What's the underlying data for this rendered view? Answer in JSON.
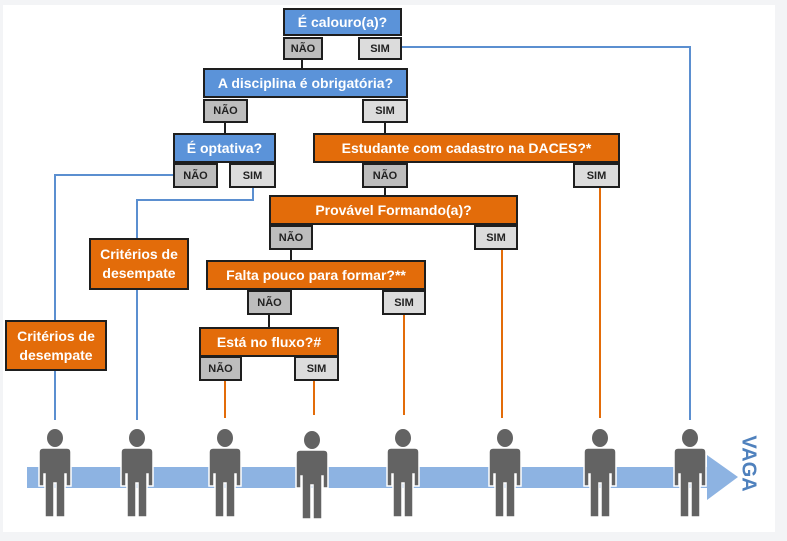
{
  "colors": {
    "question_blue": "#5b93d9",
    "question_orange": "#e36c0a",
    "no_gray": "#bdbdbd",
    "yes_gray": "#dcdcdc",
    "line_blue": "#5b8fd0",
    "line_orange": "#e36c09",
    "person": "#636363",
    "arrow": "#8db3e2"
  },
  "nodes": {
    "calouro": {
      "question": "É calouro(a)?",
      "no": "NÃO",
      "yes": "SIM"
    },
    "obrigatoria": {
      "question": "A disciplina é obrigatória?",
      "no": "NÃO",
      "yes": "SIM"
    },
    "optativa": {
      "question": "É optativa?",
      "no": "NÃO",
      "yes": "SIM"
    },
    "daces": {
      "question": "Estudante com cadastro na DACES?*",
      "no": "NÃO",
      "yes": "SIM"
    },
    "formando": {
      "question": "Provável Formando(a)?",
      "no": "NÃO",
      "yes": "SIM"
    },
    "falta_pouco": {
      "question": "Falta pouco para formar?**",
      "no": "NÃO",
      "yes": "SIM"
    },
    "fluxo": {
      "question": "Está no fluxo?#",
      "no": "NÃO",
      "yes": "SIM"
    }
  },
  "tiebreak": [
    "Critérios de desempate",
    "Critérios de desempate"
  ],
  "queue": {
    "icon": "person-icon",
    "count": 8,
    "label": "VAGA"
  }
}
